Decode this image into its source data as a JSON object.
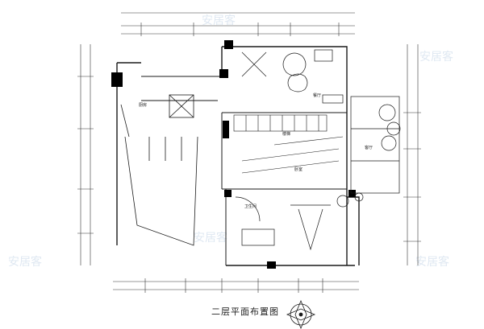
{
  "drawing": {
    "title": "二层平面布置图",
    "room_labels": [
      "厨房",
      "客厅",
      "餐厅",
      "卧室",
      "卫生间",
      "楼梯"
    ],
    "watermark_text": "安居客",
    "compass_icon": "north-compass-icon",
    "line_color": "#1a1a1a",
    "fill_color": "#000000",
    "watermark_color": "#dfe8f2"
  }
}
